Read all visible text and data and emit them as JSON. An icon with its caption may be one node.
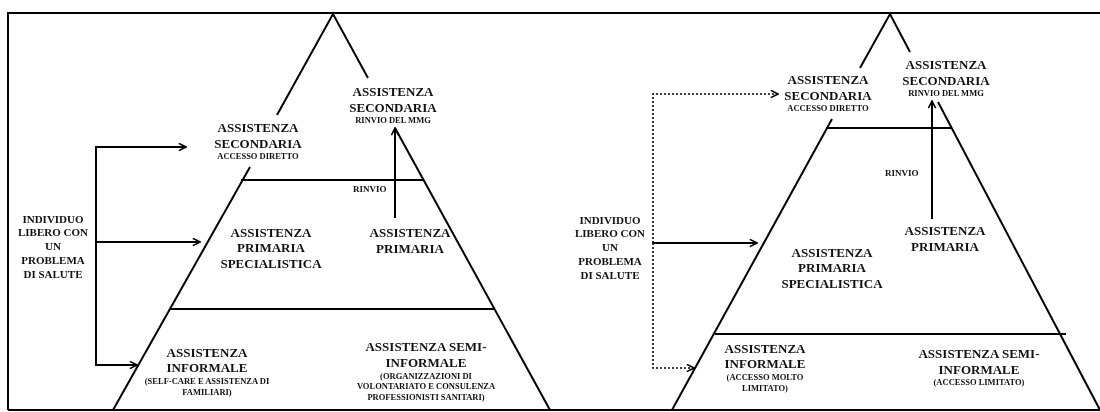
{
  "diagram": {
    "nodes": [
      {
        "text": [
          "INDIVIDUO LIBERO CON UN PROBLEMA DI SALUTE"
        ]
      },
      {
        "text": [
          "ASSISTENZA SECONDARIA",
          "ACCESSO DIRETTO"
        ]
      },
      {
        "text": [
          "ASSISTENZA SECONDARIA",
          "RINVIO DEL MMG"
        ]
      },
      {
        "text": [
          "ASSISTENZA PRIMARIA SPECIALISTICA"
        ]
      },
      {
        "text": [
          "ASSISTENZA PRIMARIA"
        ]
      },
      {
        "text": [
          "ASSISTENZA INFORMALE",
          "(SELF-CARE E ASSISTENZA DI FAMILIARI)"
        ]
      },
      {
        "text": [
          "ASSISTENZA SEMI-INFORMALE",
          "(ORGANIZZAZIONI DI VOLONTARIATO E CONSULENZA PROFESSIONISTI SANITARI)"
        ]
      },
      {
        "text": [
          "INDIVIDUO LIBERO CON UN PROBLEMA DI SALUTE"
        ]
      },
      {
        "text": [
          "ASSISTENZA SECONDARIA",
          "ACCESSO DIRETTO"
        ]
      },
      {
        "text": [
          "ASSISTENZA SECONDARIA",
          "RINVIO DEL MMG"
        ]
      },
      {
        "text": [
          "ASSISTENZA PRIMARIA"
        ]
      },
      {
        "text": [
          "ASSISTENZA PRIMARIA SPECIALISTICA"
        ]
      },
      {
        "text": [
          "ASSISTENZA INFORMALE",
          "(ACCESSO MOLTO LIMITATO)"
        ]
      },
      {
        "text": [
          "ASSISTENZA SEMI-INFORMALE",
          "(ACCESSO LIMITATO)"
        ]
      }
    ],
    "edges": [
      {
        "from": 0,
        "to": 1,
        "arrow": "to"
      },
      {
        "from": 0,
        "to": 3,
        "arrow": "to"
      },
      {
        "from": 0,
        "to": 5,
        "arrow": "to"
      },
      {
        "from": 4,
        "to": 2,
        "arrow": "to",
        "label": "RINVIO"
      },
      {
        "from": 7,
        "to": 8,
        "arrow": "to",
        "style": "dashed"
      },
      {
        "from": 7,
        "to": 11,
        "arrow": "to"
      },
      {
        "from": 7,
        "to": 12,
        "arrow": "to",
        "style": "dashed"
      },
      {
        "from": 10,
        "to": 9,
        "arrow": "to",
        "label": "RINVIO"
      }
    ]
  }
}
